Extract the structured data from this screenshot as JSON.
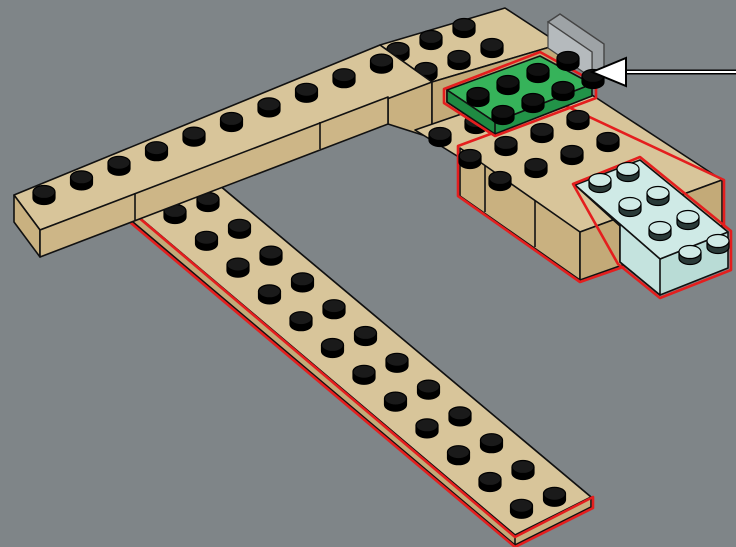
{
  "scene": {
    "background": "#7f8588",
    "colors": {
      "tan_top": "#d8c59a",
      "tan_side": "#c9b180",
      "tan_dark": "#b79d6c",
      "stud_top": "#1a1a1a",
      "green_top": "#36b35a",
      "green_side": "#229348",
      "light_top": "#cfeae6",
      "light_side": "#b9dcd6",
      "highlight": "#e41e1e",
      "outline": "#111111"
    },
    "parts": [
      {
        "id": "long-tan-plate",
        "color": "tan",
        "studs_across": 2,
        "studs_long": 12,
        "highlighted": true
      },
      {
        "id": "tan-beam-left",
        "color": "tan",
        "studs_long": 10,
        "highlighted": false
      },
      {
        "id": "tan-beam-back",
        "color": "tan",
        "highlighted": false
      },
      {
        "id": "tan-block-right",
        "color": "tan",
        "highlighted": true
      },
      {
        "id": "green-plate",
        "color": "green",
        "studs_across": 2,
        "studs_long": 4,
        "highlighted": true
      },
      {
        "id": "light-blue-brick",
        "color": "light-blue",
        "studs_across": 2,
        "studs_long": 4,
        "highlighted": true
      },
      {
        "id": "transparent-panel",
        "color": "transparent",
        "highlighted": false
      }
    ],
    "callout_arrow": {
      "icon": "arrow-left-icon",
      "points_to": "green-plate"
    }
  }
}
